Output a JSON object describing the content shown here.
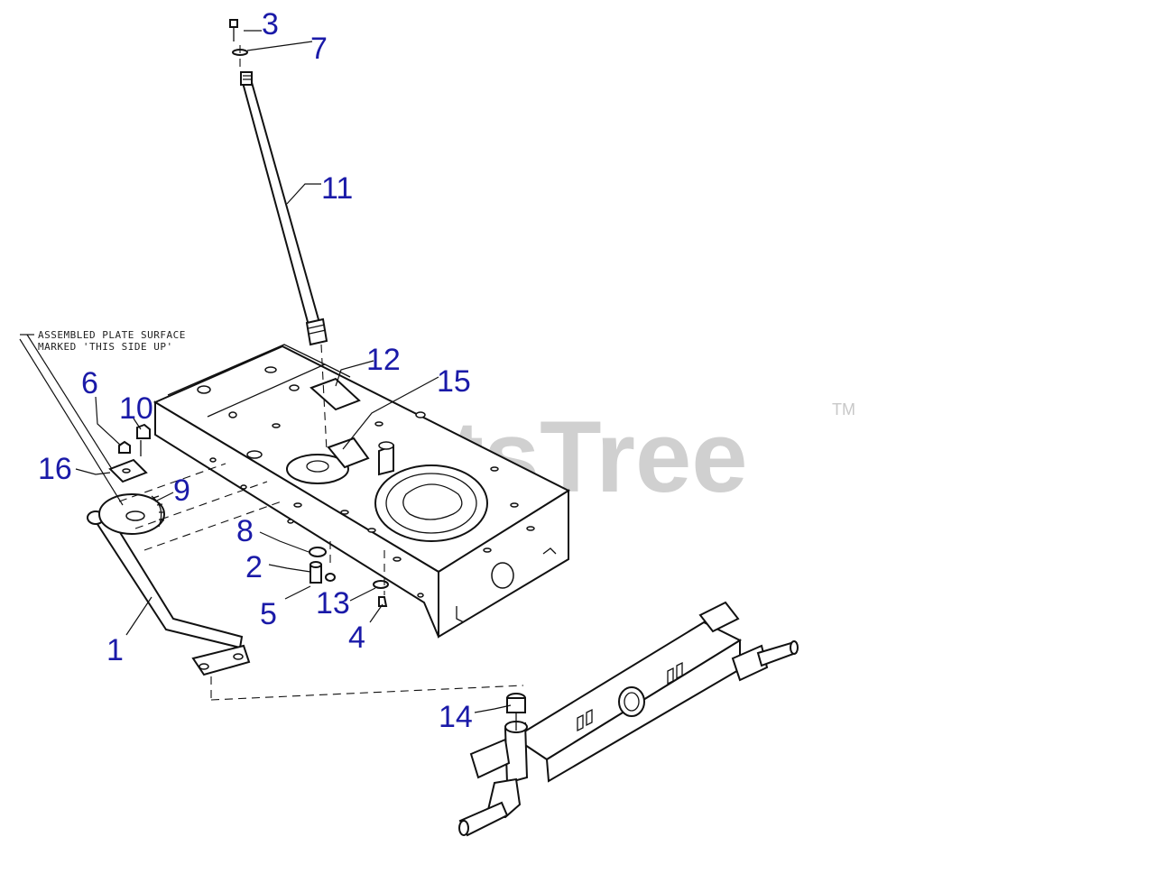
{
  "watermark": {
    "brand": "PartsTree",
    "trademark": "TM"
  },
  "note": {
    "line1": "ASSEMBLED PLATE SURFACE",
    "line2": "MARKED 'THIS SIDE UP'"
  },
  "callouts": [
    "1",
    "2",
    "3",
    "4",
    "5",
    "6",
    "7",
    "8",
    "9",
    "10",
    "11",
    "12",
    "13",
    "14",
    "15",
    "16"
  ],
  "colors": {
    "callout": "#1a1aa8",
    "line": "#111111",
    "watermark": "#d0d0d0"
  },
  "icons": {
    "frame": "frame-drawing",
    "axle": "front-axle-drawing",
    "shaft": "steering-shaft-drawing"
  }
}
